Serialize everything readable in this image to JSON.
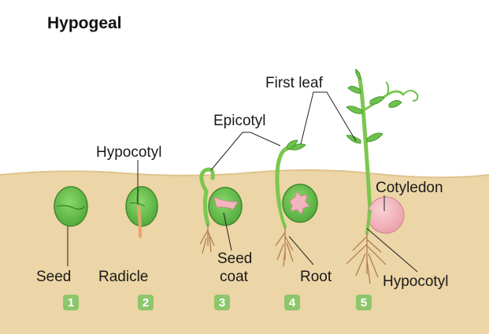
{
  "title": "Hypogeal",
  "labels": {
    "seed": "Seed",
    "radicle": "Radicle",
    "hypocotyl_top": "Hypocotyl",
    "epicotyl": "Epicotyl",
    "first_leaf": "First leaf",
    "seed_coat_line1": "Seed",
    "seed_coat_line2": "coat",
    "root": "Root",
    "cotyledon": "Cotyledon",
    "hypocotyl_bottom": "Hypocotyl"
  },
  "stages": [
    "1",
    "2",
    "3",
    "4",
    "5"
  ],
  "colors": {
    "soil": "#ecd5a6",
    "seed_green": "#6cc24a",
    "seed_outline": "#3e8a2b",
    "stem_green": "#7cc74e",
    "cotyledon_pink": "#f3b5bd",
    "badge_green": "#8dc66b",
    "root_brown": "#b0774e"
  }
}
